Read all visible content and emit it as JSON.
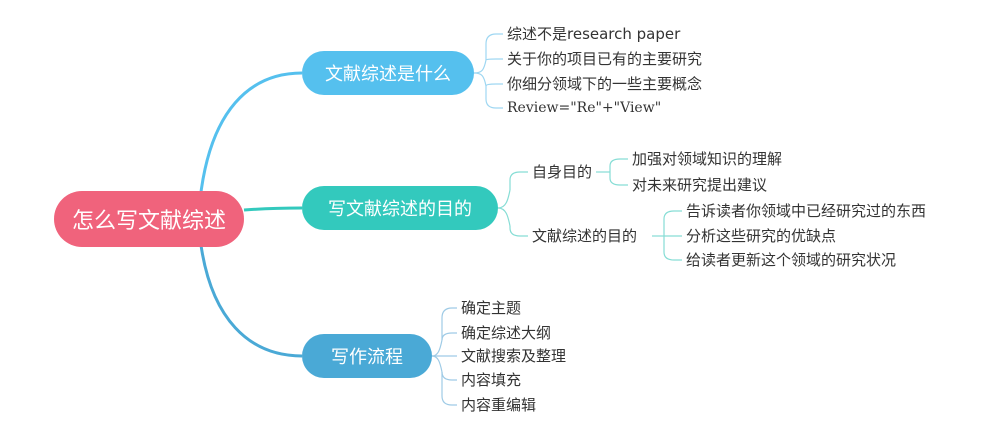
{
  "root": {
    "label": "怎么写文献综述",
    "color": "#f0637c"
  },
  "branches": [
    {
      "label": "文献综述是什么",
      "color": "#55c0ee",
      "items": [
        "综述不是research paper",
        "关于你的项目已有的主要研究",
        "你细分领域下的一些主要概念",
        "Review=\"Re\"+\"View\""
      ]
    },
    {
      "label": "写文献综述的目的",
      "color": "#33c9bd",
      "groups": [
        {
          "label": "自身目的",
          "items": [
            "加强对领域知识的理解",
            "对未来研究提出建议"
          ]
        },
        {
          "label": "文献综述的目的",
          "items": [
            "告诉读者你领域中已经研究过的东西",
            "分析这些研究的优缺点",
            "给读者更新这个领域的研究状况"
          ]
        }
      ]
    },
    {
      "label": "写作流程",
      "color": "#4aa9d6",
      "items": [
        "确定主题",
        "确定综述大纲",
        "文献搜索及整理",
        "内容填充",
        "内容重编辑"
      ]
    }
  ]
}
